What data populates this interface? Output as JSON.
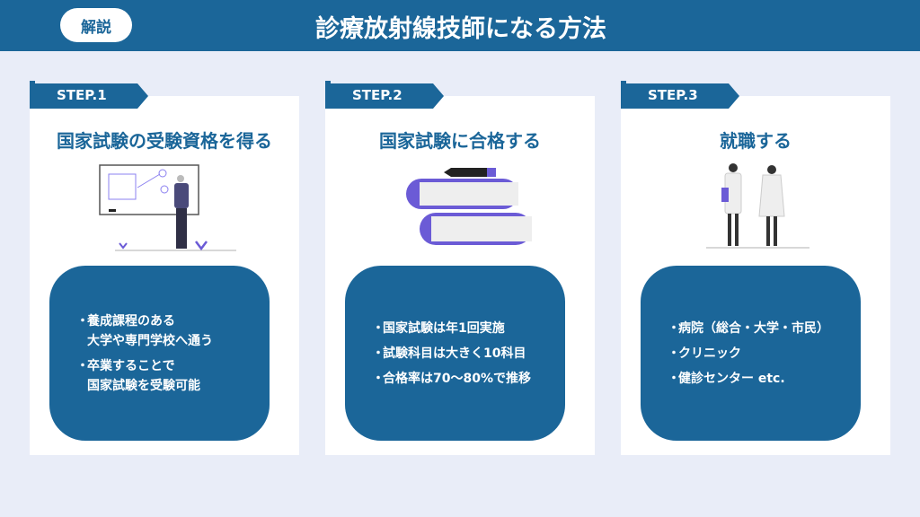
{
  "header": {
    "badge": "解説",
    "title": "診療放射線技師になる方法"
  },
  "steps": [
    {
      "tag": "STEP.1",
      "title": "国家試験の受験資格を得る",
      "items": [
        "養成課程のある\n大学や専門学校へ通う",
        "卒業することで\n国家試験を受験可能"
      ]
    },
    {
      "tag": "STEP.2",
      "title": "国家試験に合格する",
      "items": [
        "国家試験は年1回実施",
        "試験科目は大きく10科目",
        "合格率は70〜80%で推移"
      ]
    },
    {
      "tag": "STEP.3",
      "title": "就職する",
      "items": [
        "病院（総合・大学・市民）",
        "クリニック",
        "健診センター etc."
      ]
    }
  ],
  "colors": {
    "primary": "#1b6699",
    "background": "#e9edf8"
  }
}
